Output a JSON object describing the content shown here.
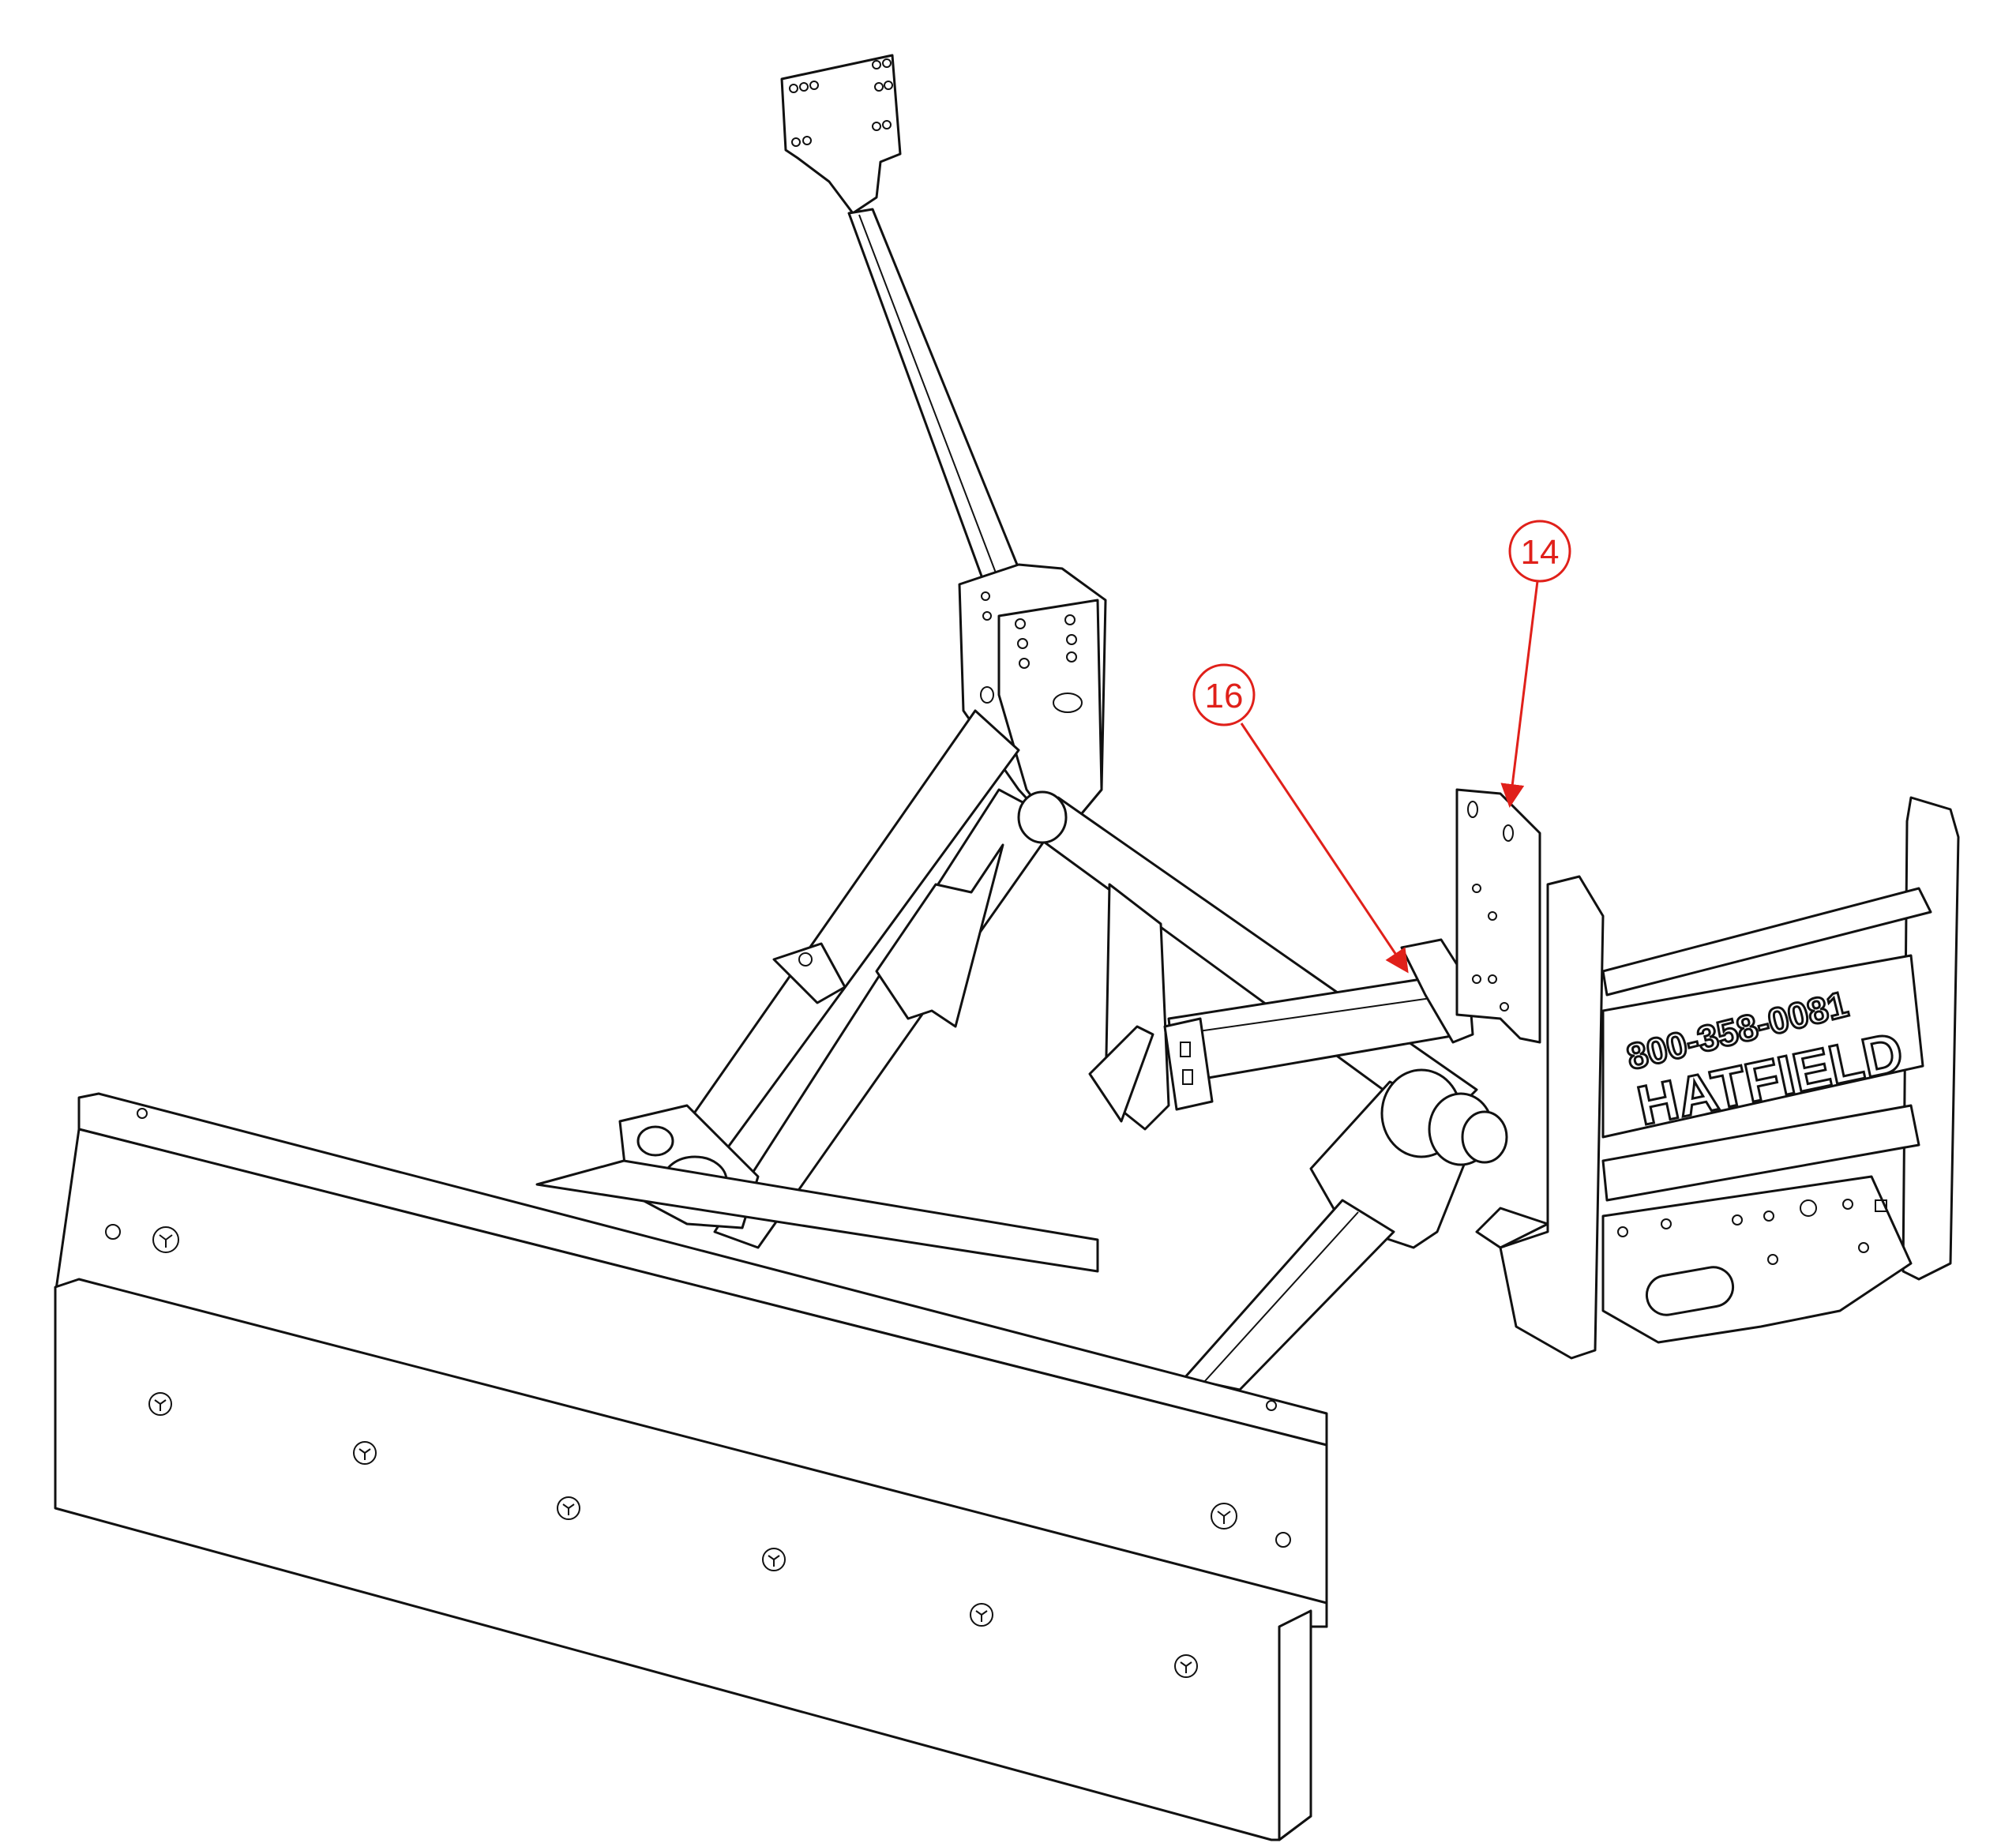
{
  "brand": {
    "name": "HATFIELD",
    "phone": "800-358-0081"
  },
  "callouts": [
    {
      "id": "callout-14",
      "label": "14"
    },
    {
      "id": "callout-16",
      "label": "16"
    }
  ],
  "colors": {
    "line": "#111111",
    "callout": "#e0201a",
    "background": "#ffffff"
  }
}
